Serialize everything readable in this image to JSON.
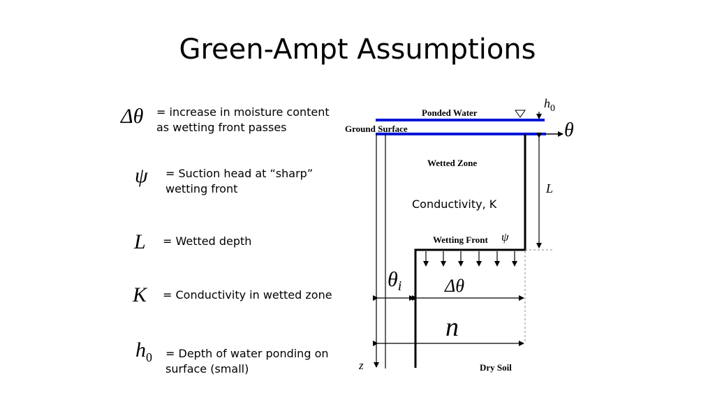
{
  "title": "Green-Ampt Assumptions",
  "definitions": [
    {
      "symbol": "Δθ",
      "text": "= increase in moisture content\nas wetting front passes"
    },
    {
      "symbol": "ψ",
      "text": "= Suction head at “sharp”\nwetting front"
    },
    {
      "symbol": "L",
      "text": "= Wetted depth"
    },
    {
      "symbol": "K",
      "text": "= Conductivity in wetted zone"
    },
    {
      "symbol": "h",
      "subscript": "0",
      "text": "= Depth of water ponding on\nsurface (small)"
    }
  ],
  "diagram": {
    "ponded_water": "Ponded Water",
    "ground_surface": "Ground Surface",
    "wetted_zone": "Wetted Zone",
    "conductivity": "Conductivity, K",
    "wetting_front": "Wetting Front",
    "dry_soil": "Dry Soil",
    "h0_symbol": "h",
    "h0_sub": "0",
    "theta": "θ",
    "L": "L",
    "psi": "ψ",
    "theta_i": "θ",
    "theta_i_sub": "i",
    "delta_theta": "Δθ",
    "n": "n",
    "z": "z"
  }
}
